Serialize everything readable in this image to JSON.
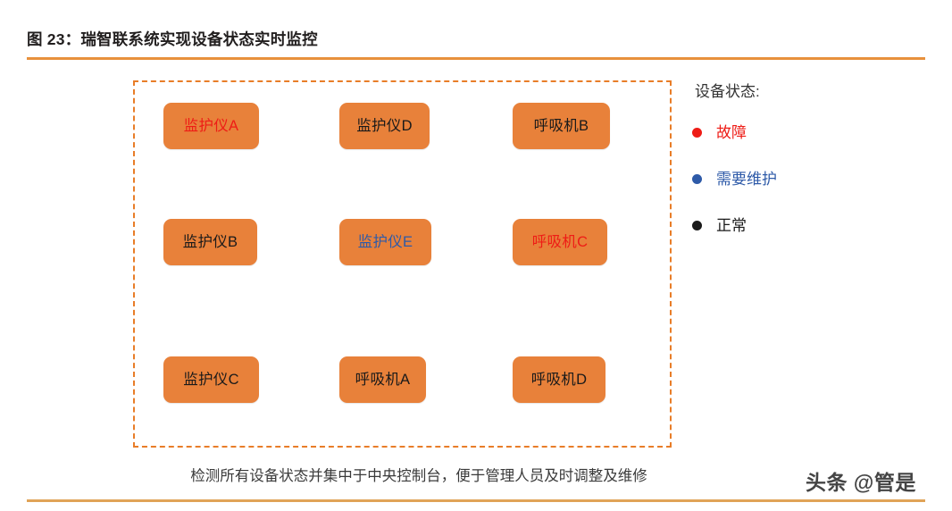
{
  "figure": {
    "title": "图 23：瑞智联系统实现设备状态实时监控",
    "caption": "检测所有设备状态并集中于中央控制台，便于管理人员及时调整及维修",
    "watermark": "头条 @管是"
  },
  "colors": {
    "rule": "#e8913c",
    "panel_border": "#e87d28",
    "box_fill": "#e8813a",
    "fault": "#ee1c16",
    "maintenance": "#2e5aa8",
    "normal": "#1a1a1a"
  },
  "legend": {
    "title": "设备状态:",
    "items": [
      {
        "label": "故障",
        "status": "fault",
        "color": "#ee1c16"
      },
      {
        "label": "需要维护",
        "status": "maintenance",
        "color": "#2e5aa8"
      },
      {
        "label": "正常",
        "status": "normal",
        "color": "#1a1a1a"
      }
    ]
  },
  "devices": [
    {
      "label": "监护仪A",
      "status": "fault",
      "row": 1,
      "col": 1
    },
    {
      "label": "监护仪D",
      "status": "normal",
      "row": 1,
      "col": 2
    },
    {
      "label": "呼吸机B",
      "status": "normal",
      "row": 1,
      "col": 3
    },
    {
      "label": "监护仪B",
      "status": "normal",
      "row": 2,
      "col": 1
    },
    {
      "label": "监护仪E",
      "status": "maintenance",
      "row": 2,
      "col": 2
    },
    {
      "label": "呼吸机C",
      "status": "fault",
      "row": 2,
      "col": 3
    },
    {
      "label": "监护仪C",
      "status": "normal",
      "row": 3,
      "col": 1
    },
    {
      "label": "呼吸机A",
      "status": "normal",
      "row": 3,
      "col": 2
    },
    {
      "label": "呼吸机D",
      "status": "normal",
      "row": 3,
      "col": 3
    }
  ]
}
